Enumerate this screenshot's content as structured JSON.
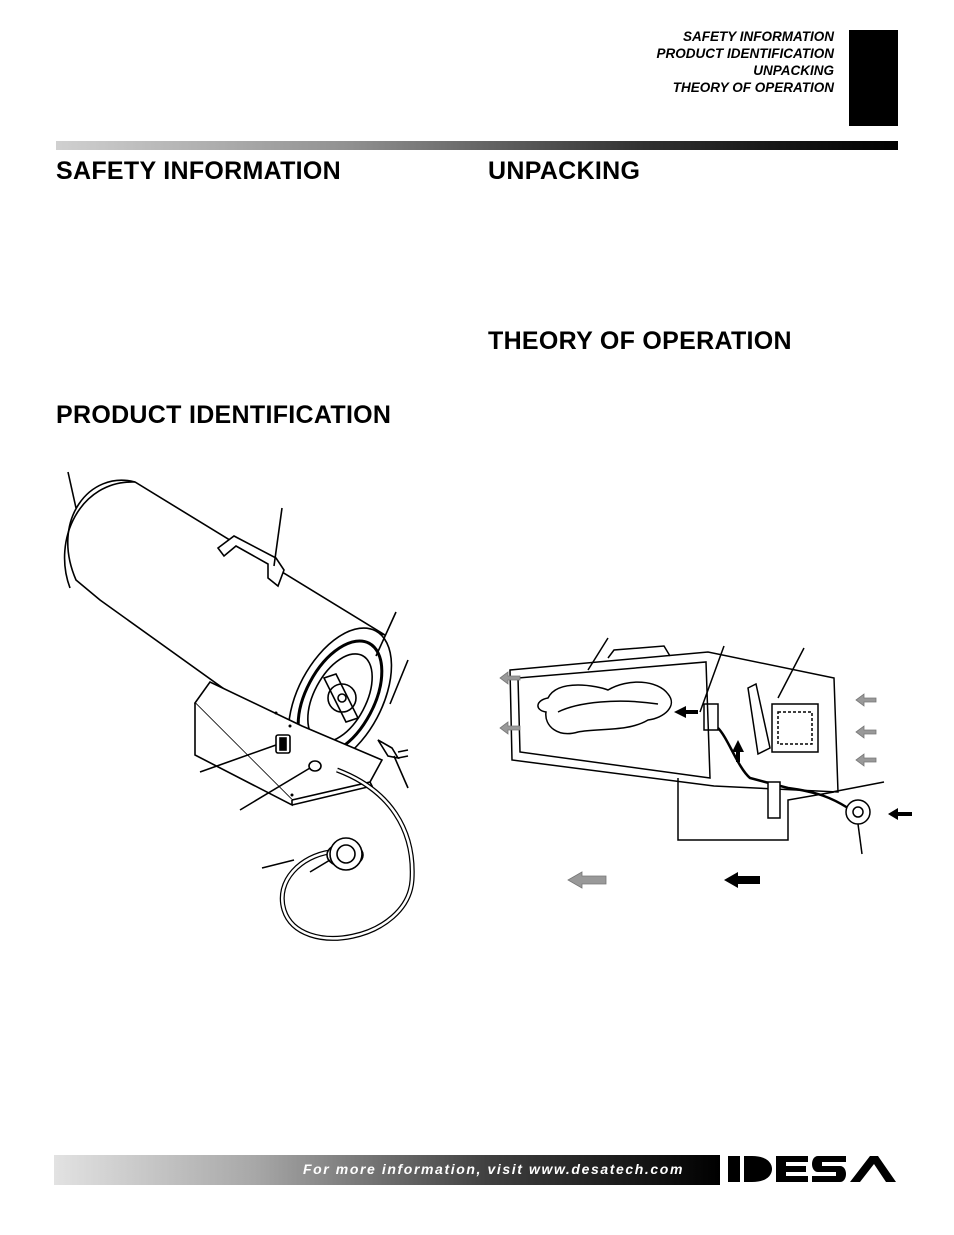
{
  "header": {
    "links": [
      "SAFETY INFORMATION",
      "PRODUCT IDENTIFICATION",
      "UNPACKING",
      "THEORY OF OPERATION"
    ]
  },
  "sections": {
    "safety": "SAFETY INFORMATION",
    "product_id": "PRODUCT IDENTIFICATION",
    "unpacking": "UNPACKING",
    "theory": "THEORY OF OPERATION"
  },
  "footer": {
    "text": "For more information, visit www.desatech.com",
    "logo": "DESA"
  }
}
